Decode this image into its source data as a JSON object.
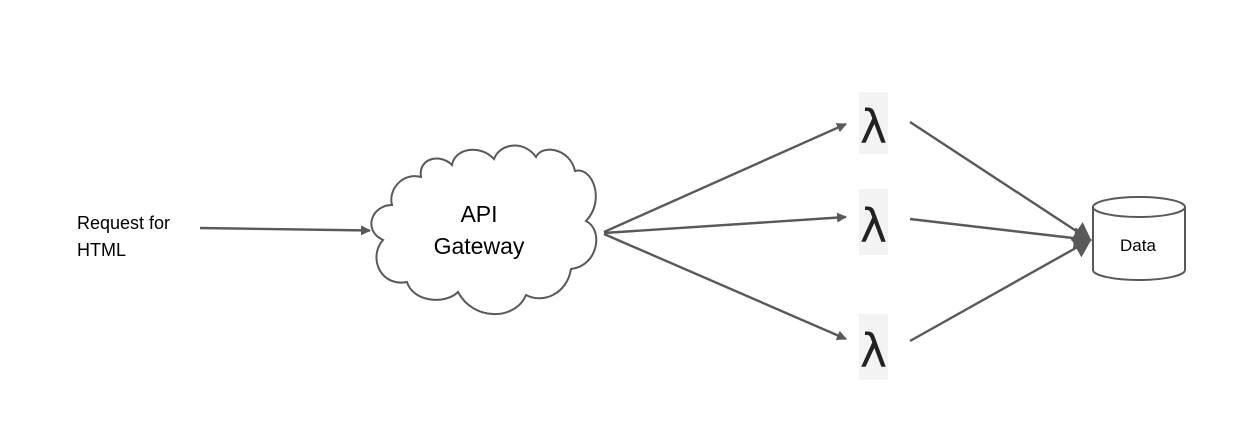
{
  "diagram": {
    "request": {
      "line1": "Request for",
      "line2": "HTML"
    },
    "gateway": {
      "line1": "API",
      "line2": "Gateway"
    },
    "functions": [
      {
        "symbol": "λ"
      },
      {
        "symbol": "λ"
      },
      {
        "symbol": "λ"
      }
    ],
    "database": {
      "label": "Data"
    },
    "colors": {
      "stroke": "#595959",
      "lambda_bg": "#f3f3f3",
      "text": "#000000"
    }
  }
}
